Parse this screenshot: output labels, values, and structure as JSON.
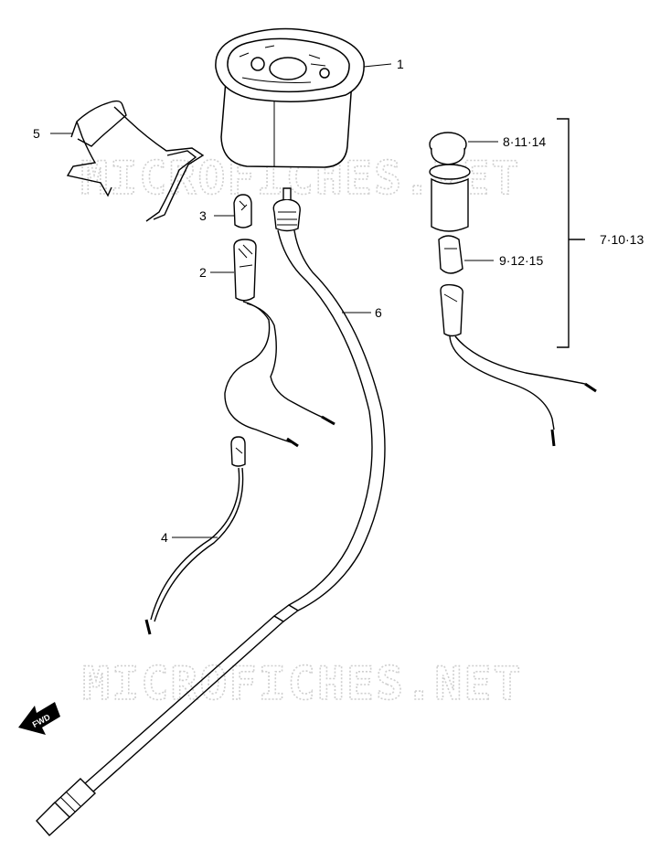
{
  "watermark": "MICROFICHES.NET",
  "fwd_label": "FWD",
  "callouts": {
    "c1": "1",
    "c2": "2",
    "c3": "3",
    "c4": "4",
    "c5": "5",
    "c6": "6",
    "c7": "7·10·13",
    "c8": "8·11·14",
    "c9": "9·12·15"
  }
}
